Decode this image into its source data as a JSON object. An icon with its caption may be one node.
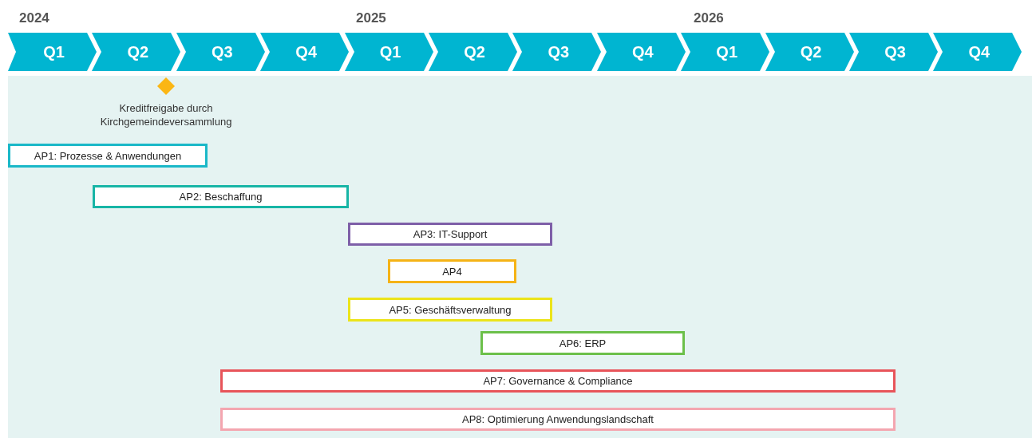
{
  "diagram": {
    "nodes": [
      {
        "text": [
          "Q1"
        ]
      },
      {
        "text": [
          "Q2"
        ]
      },
      {
        "text": [
          "Q3"
        ]
      },
      {
        "text": [
          "Q4"
        ]
      },
      {
        "text": [
          "Q1"
        ]
      },
      {
        "text": [
          "Q2"
        ]
      },
      {
        "text": [
          "Q3"
        ]
      },
      {
        "text": [
          "Q4"
        ]
      },
      {
        "text": [
          "Q1"
        ]
      },
      {
        "text": [
          "Q2"
        ]
      },
      {
        "text": [
          "Q3"
        ]
      },
      {
        "text": [
          "Q4"
        ]
      },
      {
        "text": [],
        "shape": "diamond",
        "beside": [
          "Kreditfreigabe durch Kirchgemeindeversammlung"
        ]
      },
      {
        "text": [
          "AP1: Prozesse & Anwendungen"
        ]
      },
      {
        "text": [
          "AP2: Beschaffung"
        ]
      },
      {
        "text": [
          "AP3: IT-Support"
        ]
      },
      {
        "text": [
          "AP4"
        ]
      },
      {
        "text": [
          "AP5: Geschäftsverwaltung"
        ]
      },
      {
        "text": [
          "AP6: ERP"
        ]
      },
      {
        "text": [
          "AP7: Governance & Compliance"
        ]
      },
      {
        "text": [
          "AP8: Optimierung Anwendungslandschaft"
        ]
      }
    ],
    "labels": [
      "2024",
      "2025",
      "2026"
    ]
  }
}
